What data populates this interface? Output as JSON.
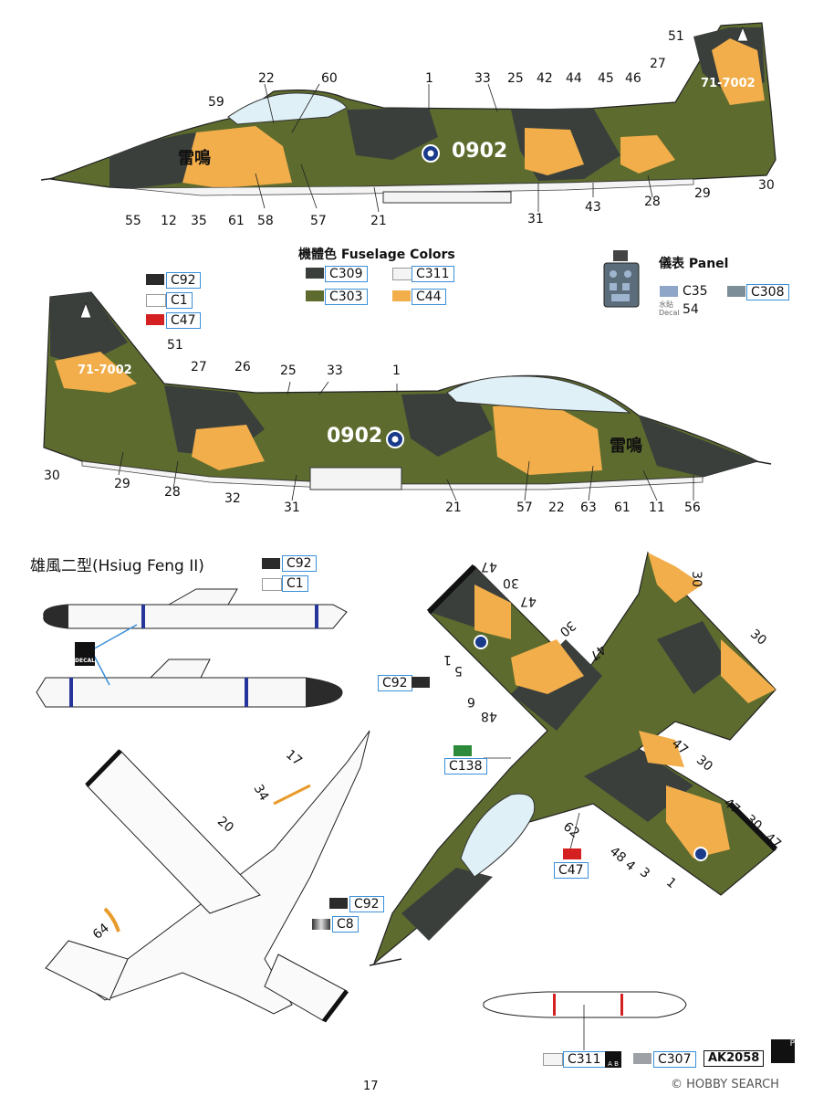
{
  "colors": {
    "c309": "#3a3f3c",
    "c303": "#5d6b2e",
    "c44": "#f2ae4b",
    "c311": "#f4f4f4",
    "c92": "#2b2b2b",
    "c1": "#ffffff",
    "c47": "#d42020",
    "c35": "#8fa6c9",
    "c308": "#7c8f98",
    "c138": "#2d8a3a",
    "c8": "#9a9a9a",
    "c307": "#9ea2a6"
  },
  "aircraft": {
    "serial": "0902",
    "tail_code": "71-7002",
    "chinese_name": "雷鳴"
  },
  "fuselage_colors": {
    "heading": "機體色 Fuselage Colors",
    "c309": "C309",
    "c311": "C311",
    "c303": "C303",
    "c44": "C44"
  },
  "panel": {
    "heading": "儀表 Panel",
    "c35": "C35",
    "c308": "C308",
    "decal_label_zh": "水貼",
    "decal_label_en": "Decal",
    "decal_number": "54"
  },
  "tail_colors": {
    "c92": "C92",
    "c1": "C1",
    "c47": "C47"
  },
  "missile": {
    "title": "雄風二型(Hsiug Feng II)",
    "c92": "C92",
    "c1": "C1",
    "decal_badge": "DECAL"
  },
  "top_view": {
    "c92": "C92",
    "c138": "C138",
    "c47": "C47"
  },
  "bottom_view": {
    "c92": "C92",
    "c8": "C8"
  },
  "tank": {
    "c311": "C311",
    "c307": "C307",
    "code": "AK2058",
    "ab_label": "A B"
  },
  "labels_top": {
    "l51": "51",
    "l22": "22",
    "l60": "60",
    "l1": "1",
    "l33": "33",
    "l25": "25",
    "l42": "42",
    "l44": "44",
    "l45": "45",
    "l46": "46",
    "l27": "27",
    "l59": "59",
    "l55": "55",
    "l12": "12",
    "l35": "35",
    "l61": "61",
    "l58": "58",
    "l57": "57",
    "l21": "21",
    "l31": "31",
    "l43": "43",
    "l28": "28",
    "l29": "29",
    "l30": "30"
  },
  "labels_mid": {
    "l51": "51",
    "l27": "27",
    "l26": "26",
    "l25": "25",
    "l33": "33",
    "l1": "1",
    "l30": "30",
    "l29": "29",
    "l28": "28",
    "l32": "32",
    "l31": "31",
    "l21": "21",
    "l57": "57",
    "l22": "22",
    "l63": "63",
    "l61": "61",
    "l11": "11",
    "l56": "56"
  },
  "labels_plan": {
    "l17": "17",
    "l34": "34",
    "l20": "20",
    "l64": "64",
    "l47a": "47",
    "l30a": "30",
    "l47b": "47",
    "l5": "5",
    "l1": "1",
    "l6": "6",
    "l48": "48",
    "l30b": "30",
    "l30c": "30",
    "l47c": "47",
    "l30d": "30",
    "l47d": "47",
    "l30e": "30",
    "l47e": "47",
    "l62": "62",
    "l48b": "48",
    "l4": "4",
    "l3": "3",
    "l1b": "1",
    "l30f": "30",
    "l47f": "47"
  },
  "page_number": "17",
  "watermark": "© HOBBY SEARCH"
}
